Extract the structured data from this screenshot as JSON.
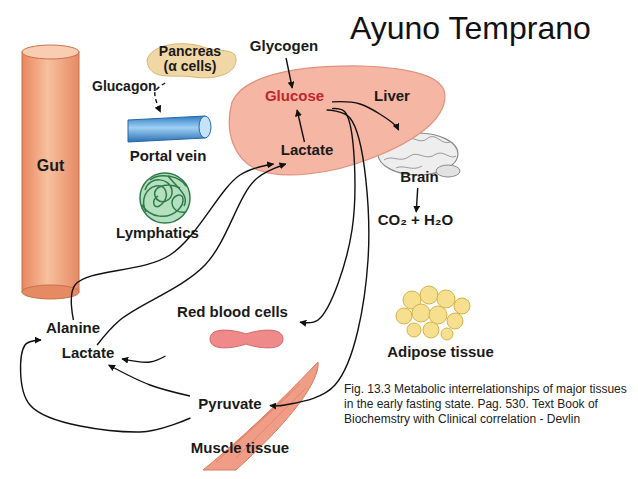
{
  "diagram": {
    "title": "Ayuno Temprano",
    "caption": "Fig. 13.3 Metabolic interrelationships of major tissues in the early fasting state. Pag. 530. Text Book of Biochemstry with Clinical correlation - Devlin",
    "nodes": [
      {
        "text": [
          "Pancreas (α cells)"
        ]
      },
      {
        "text": [
          "Glycogen"
        ]
      },
      {
        "text": [
          "Liver"
        ]
      },
      {
        "text": [
          "Glucose"
        ],
        "in": 2
      },
      {
        "text": [
          "Lactate"
        ],
        "in": 2
      },
      {
        "text": [
          "Gut"
        ]
      },
      {
        "text": [
          "Portal vein"
        ]
      },
      {
        "text": [
          "Lymphatics"
        ]
      },
      {
        "text": [
          "Brain"
        ]
      },
      {
        "text": [
          "CO₂ + H₂O"
        ]
      },
      {
        "text": [
          "Red blood cells"
        ]
      },
      {
        "text": [
          "Adipose tissue"
        ]
      },
      {
        "text": [
          "Alanine"
        ]
      },
      {
        "text": [
          "Lactate"
        ]
      },
      {
        "text": [
          "Pyruvate"
        ]
      },
      {
        "text": [
          "Muscle tissue"
        ]
      }
    ],
    "edges": [
      {
        "from": 0,
        "to": 6,
        "arrow": "to",
        "label": "Glucagon"
      },
      {
        "from": 1,
        "to": 3,
        "arrow": "to"
      },
      {
        "from": 4,
        "to": 3,
        "arrow": "to"
      },
      {
        "from": 3,
        "to": 8,
        "arrow": "to"
      },
      {
        "from": 8,
        "to": 9,
        "arrow": "to"
      },
      {
        "from": 3,
        "to": 10,
        "arrow": "to"
      },
      {
        "from": 10,
        "to": 13,
        "arrow": "to"
      },
      {
        "from": 3,
        "to": 14,
        "arrow": "to"
      },
      {
        "from": 14,
        "to": 13,
        "arrow": "to"
      },
      {
        "from": 14,
        "to": 12,
        "arrow": "to"
      },
      {
        "from": 12,
        "to": 4,
        "arrow": "to"
      },
      {
        "from": 13,
        "to": 4,
        "arrow": "to"
      }
    ]
  }
}
